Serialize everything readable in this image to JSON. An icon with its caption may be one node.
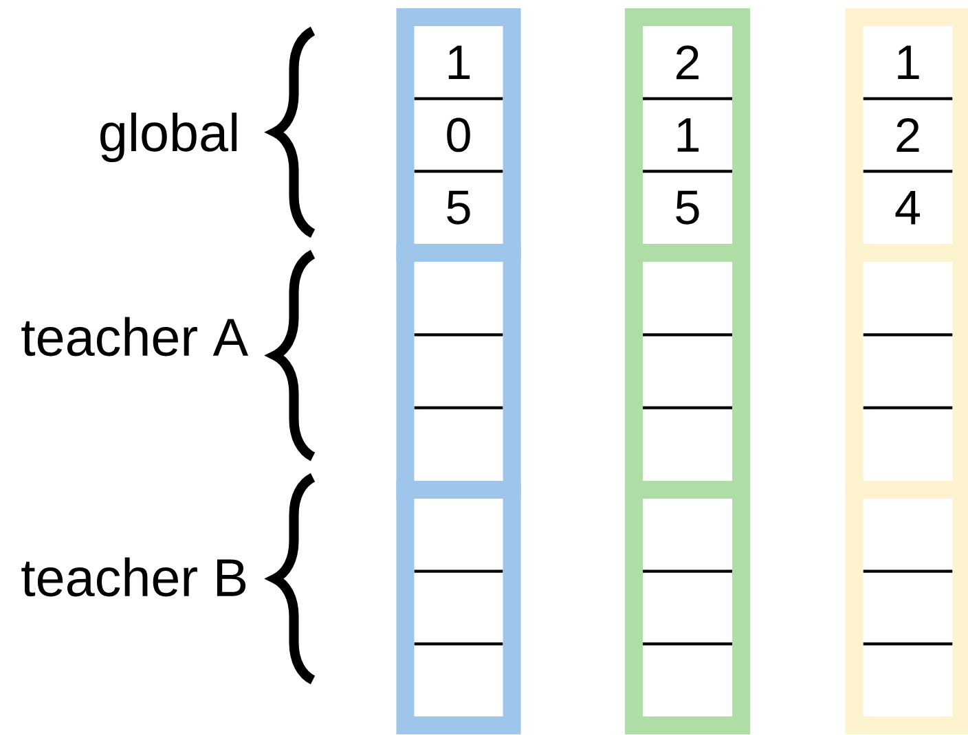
{
  "diagram": {
    "nodes": [
      {
        "text": [
          "1",
          "0",
          "5"
        ]
      },
      {
        "text": [
          "2",
          "1",
          "5"
        ]
      },
      {
        "text": [
          "1",
          "2",
          "4"
        ]
      },
      {
        "text": [],
        "shape": "box"
      },
      {
        "text": [],
        "shape": "box"
      },
      {
        "text": [],
        "shape": "box"
      },
      {
        "text": [],
        "shape": "box"
      },
      {
        "text": [],
        "shape": "box"
      },
      {
        "text": [],
        "shape": "box"
      }
    ],
    "edges": [],
    "labels": [
      "global",
      "teacher A",
      "teacher B"
    ]
  }
}
